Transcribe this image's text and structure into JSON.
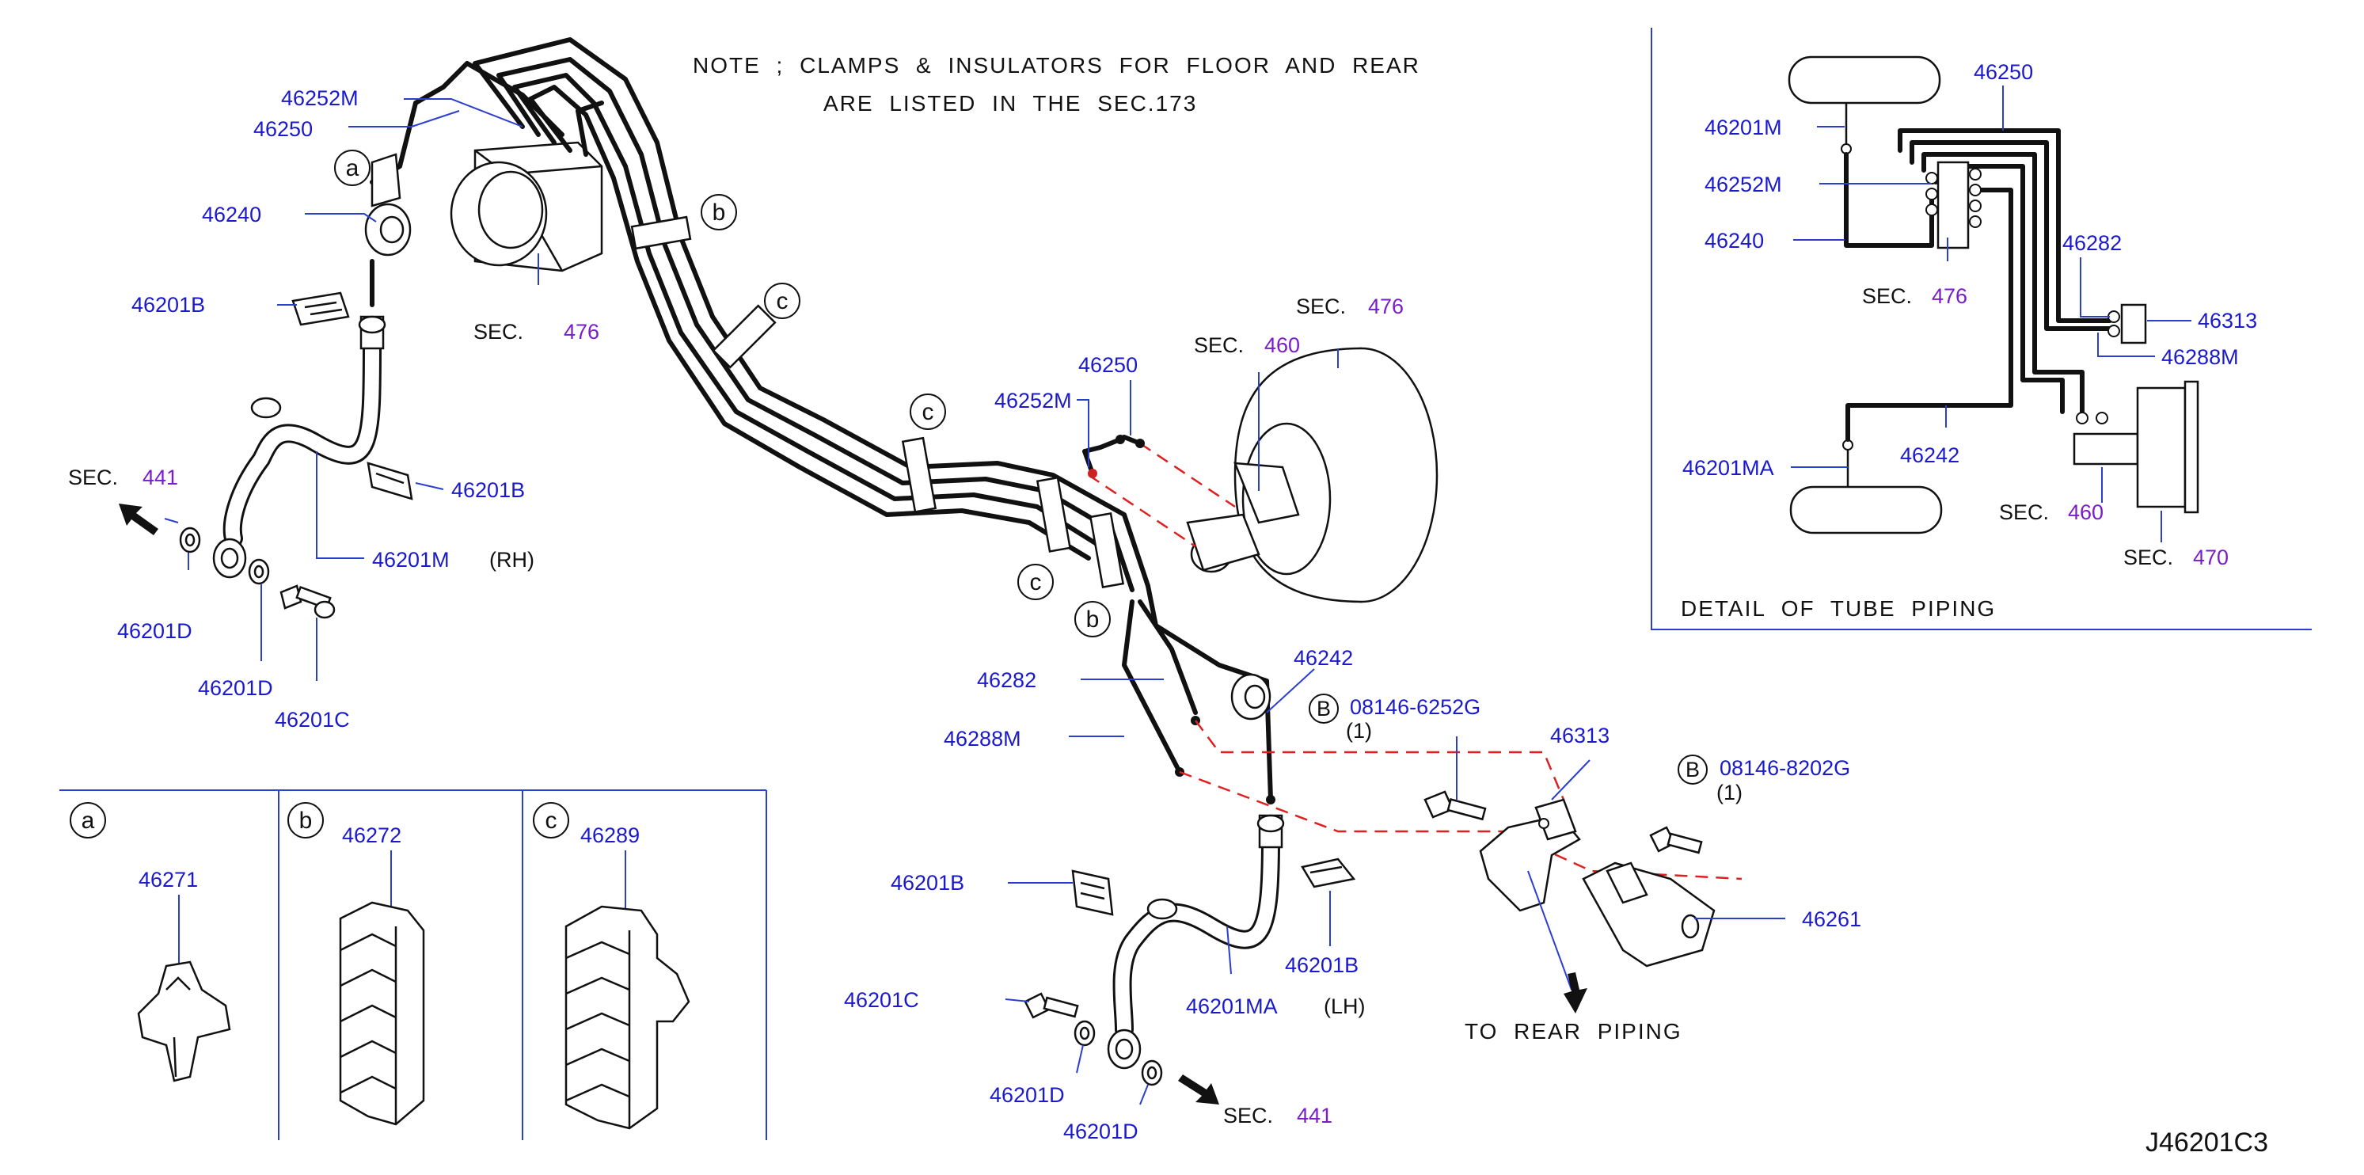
{
  "note": {
    "line1": "NOTE ; CLAMPS & INSULATORS FOR FLOOR AND REAR",
    "line2": "ARE LISTED IN THE SEC.173"
  },
  "colors": {
    "part_label": "#1a1acc",
    "leader": "#2a3fd0",
    "sec_ref": "#7a1ccc",
    "dashed": "#e02020"
  },
  "parts": {
    "p46252M_top": "46252M",
    "p46250_top": "46250",
    "p46240": "46240",
    "p46201B_1": "46201B",
    "p46201B_2": "46201B",
    "p46201M": "46201M",
    "rh": "(RH)",
    "p46201D_1": "46201D",
    "p46201D_2": "46201D",
    "p46201C_1": "46201C",
    "p46250_mid": "46250",
    "p46252M_mid": "46252M",
    "p46282": "46282",
    "p46288M": "46288M",
    "p46242": "46242",
    "bolt1": "08146-6252G",
    "bolt1_qty": "(1)",
    "p46313": "46313",
    "bolt2": "08146-8202G",
    "bolt2_qty": "(1)",
    "p46261": "46261",
    "to_rear": "TO REAR PIPING",
    "p46201B_3": "46201B",
    "p46201B_4": "46201B",
    "p46201C_2": "46201C",
    "p46201MA": "46201MA",
    "lh": "(LH)",
    "p46201D_3": "46201D",
    "p46201D_4": "46201D"
  },
  "sec": {
    "word": "SEC.",
    "s476_abs": "476",
    "s441_left": "441",
    "s476_booster": "476",
    "s460_booster": "460",
    "s441_bottom": "441"
  },
  "circles": {
    "a": "a",
    "b": "b",
    "c": "c",
    "B": "B"
  },
  "legend": {
    "a_part": "46271",
    "b_part": "46272",
    "c_part": "46289"
  },
  "detail": {
    "title": "DETAIL OF TUBE PIPING",
    "p46250": "46250",
    "p46201M": "46201M",
    "p46252M": "46252M",
    "p46240": "46240",
    "p46282": "46282",
    "p46313": "46313",
    "p46288M": "46288M",
    "p46201MA": "46201MA",
    "p46242": "46242",
    "sec476": "476",
    "sec460": "460",
    "sec470": "470"
  },
  "diagram_code": "J46201C3"
}
